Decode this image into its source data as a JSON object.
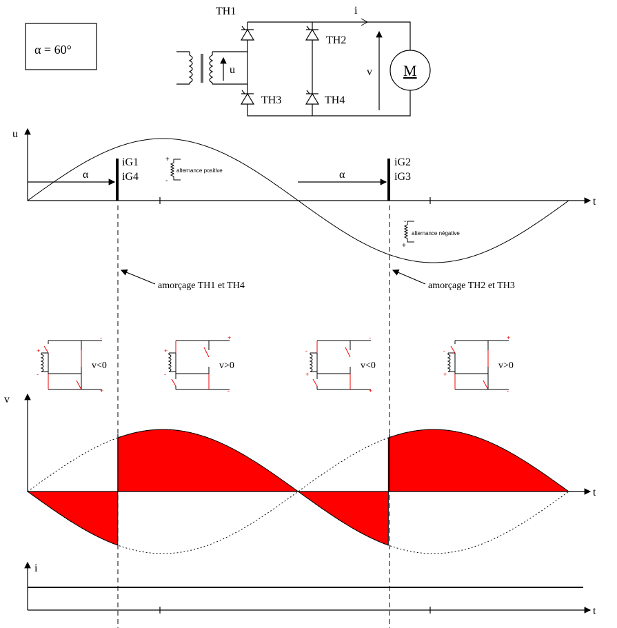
{
  "alpha_box": "α = 60°",
  "alpha_deg": 60,
  "circuit": {
    "th1": "TH1",
    "th2": "TH2",
    "th3": "TH3",
    "th4": "TH4",
    "current": "i",
    "source_voltage": "u",
    "output_voltage": "v",
    "motor": "M"
  },
  "u_plot": {
    "ylabel": "u",
    "xlabel": "t",
    "alpha": "α",
    "gate1a": "iG1",
    "gate1b": "iG4",
    "gate2a": "iG2",
    "gate2b": "iG3",
    "pos_half": "alternance positive",
    "neg_half": "alternance négative",
    "plus": "+",
    "minus": "-"
  },
  "annotations": {
    "firing1": "amorçage TH1 et TH4",
    "firing2": "amorçage TH2 et TH3"
  },
  "states": [
    {
      "label": "v<0",
      "coil_top": "+",
      "coil_bot": "-",
      "out_top": "-",
      "out_bot": "+",
      "tl": false,
      "tr": true,
      "bl": true,
      "br": false
    },
    {
      "label": "v>0",
      "coil_top": "+",
      "coil_bot": "-",
      "out_top": "+",
      "out_bot": "-",
      "tl": true,
      "tr": false,
      "bl": false,
      "br": true
    },
    {
      "label": "v<0",
      "coil_top": "-",
      "coil_bot": "+",
      "out_top": "-",
      "out_bot": "+",
      "tl": true,
      "tr": false,
      "bl": false,
      "br": true
    },
    {
      "label": "v>0",
      "coil_top": "-",
      "coil_bot": "+",
      "out_top": "+",
      "out_bot": "-",
      "tl": false,
      "tr": true,
      "bl": true,
      "br": false
    }
  ],
  "v_plot": {
    "ylabel": "v",
    "xlabel": "t",
    "fill_color": "#ff0000"
  },
  "i_plot": {
    "ylabel": "i",
    "xlabel": "t"
  }
}
